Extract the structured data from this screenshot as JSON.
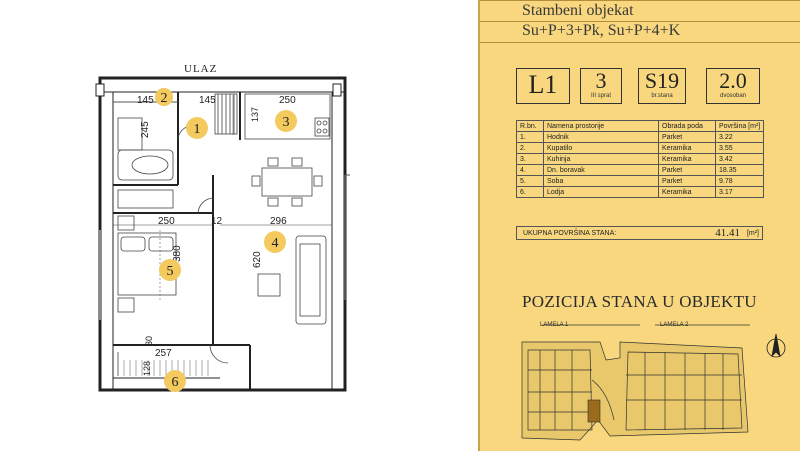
{
  "plan": {
    "entrance_label": "ULAZ",
    "dimensions": [
      "145",
      "145",
      "250",
      "245",
      "137",
      "250",
      "296",
      "12",
      "380",
      "620",
      "30",
      "257",
      "128"
    ],
    "room_numbers": [
      "1",
      "2",
      "3",
      "4",
      "5",
      "6"
    ],
    "marker_color": "#f4c95d"
  },
  "header": {
    "line1": "Stambeni objekat",
    "line2": "Su+P+3+Pk, Su+P+4+K"
  },
  "boxes": [
    {
      "big": "L1",
      "small": ""
    },
    {
      "big": "3",
      "small": "III sprat"
    },
    {
      "big": "S19",
      "small": "br.stana"
    },
    {
      "big": "2.0",
      "small": "dvosoban"
    }
  ],
  "table": {
    "headers": [
      "R.bn.",
      "Namena prostorije",
      "Obrada poda",
      "Površina [m²]"
    ],
    "rows": [
      [
        "1.",
        "Hodnik",
        "Parket",
        "3.22"
      ],
      [
        "2.",
        "Kupatilo",
        "Keramika",
        "3.55"
      ],
      [
        "3.",
        "Kuhinja",
        "Keramika",
        "3.42"
      ],
      [
        "4.",
        "Dn. boravak",
        "Parket",
        "18.35"
      ],
      [
        "5.",
        "Soba",
        "Parket",
        "9.78"
      ],
      [
        "6.",
        "Lodja",
        "Keramika",
        "3.17"
      ]
    ]
  },
  "total": {
    "label": "UKUPNA POVRŠINA STANA:",
    "value": "41.41",
    "unit": "[m²]"
  },
  "position": {
    "title": "POZICIJA STANA U OBJEKTU",
    "lamela1": "LAMELA 1",
    "lamela2": "LAMELA 2"
  },
  "colors": {
    "panel_bg": "#f8d77e",
    "highlight": "#9a6b1a"
  }
}
